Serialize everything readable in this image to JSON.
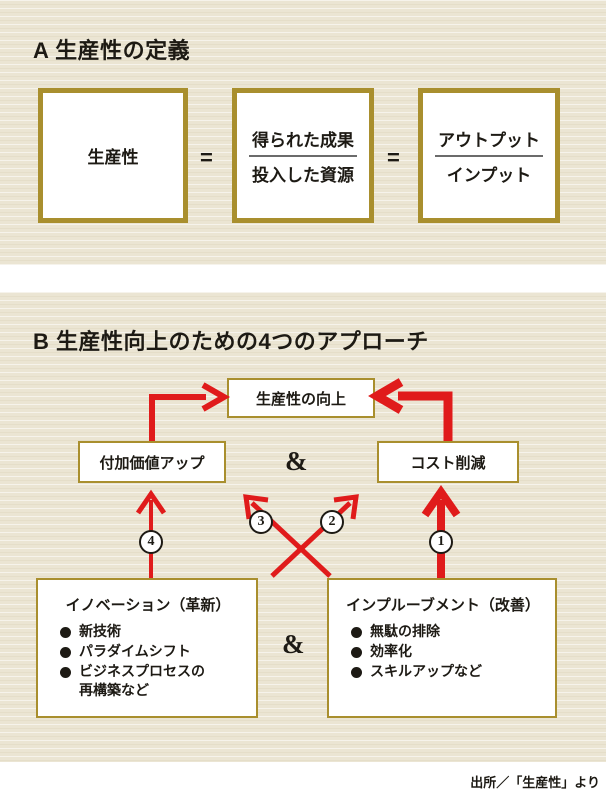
{
  "panels": {
    "a": {
      "label": "A",
      "title": "A 生産性の定義",
      "productivity_box": "生産性",
      "equals_1": "=",
      "equals_2": "=",
      "fraction_jp": {
        "numerator": "得られた成果",
        "denominator": "投入した資源"
      },
      "fraction_en": {
        "numerator": "アウトプット",
        "denominator": "インプット"
      }
    },
    "b": {
      "label": "B",
      "title": "B 生産性向上のための4つのアプローチ",
      "goal_box": "生産性の向上",
      "value_up_box": "付加価値アップ",
      "cost_down_box": "コスト削減",
      "amp_top": "&",
      "amp_bottom": "&",
      "innovation": {
        "heading": "イノベーション（革新）",
        "items": [
          "新技術",
          "パラダイムシフト",
          "ビジネスプロセスの\n再構築など"
        ]
      },
      "improvement": {
        "heading": "インプルーブメント（改善）",
        "items": [
          "無駄の排除",
          "効率化",
          "スキルアップなど"
        ]
      },
      "numbers": {
        "one": "①",
        "two": "②",
        "three": "③",
        "four": "④",
        "one_text": "1",
        "two_text": "2",
        "three_text": "3",
        "four_text": "4"
      }
    }
  },
  "source": "出所／「生産性」より",
  "colors": {
    "background": "#ebe5d3",
    "box_border": "#a98f2e",
    "box_fill": "#ffffff",
    "arrow": "#e01b1b",
    "text": "#1d1a14",
    "fraction_bar": "#6b6b6b"
  }
}
